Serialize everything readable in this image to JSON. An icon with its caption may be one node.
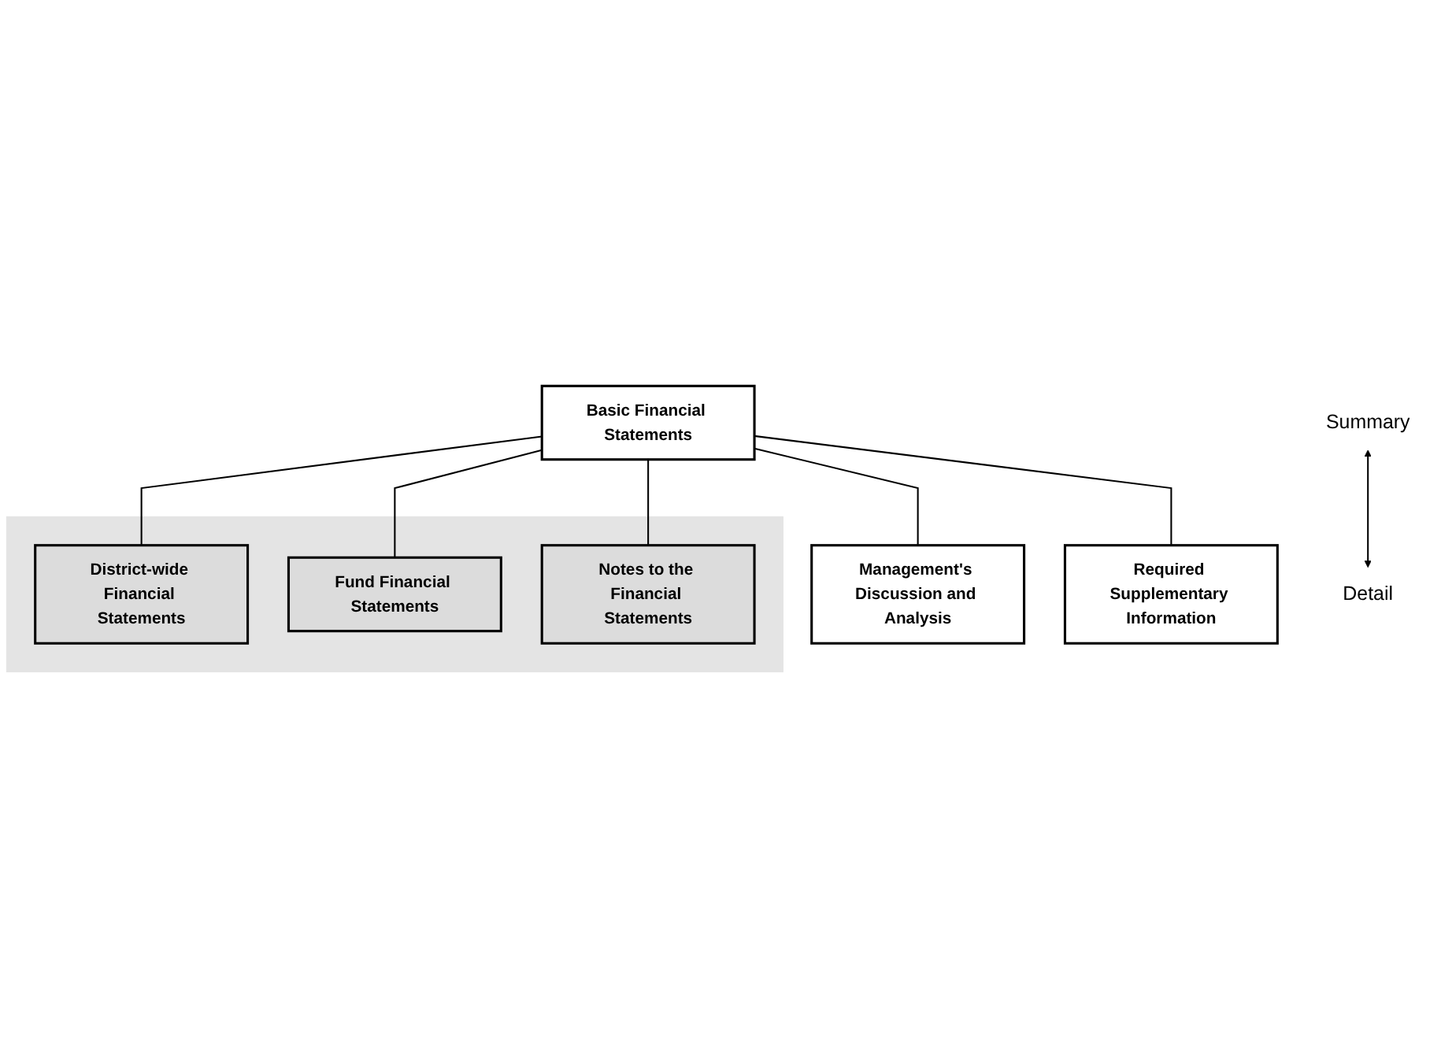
{
  "diagram": {
    "nodes": [
      {
        "text": [
          "Management's Discussion and Analysis"
        ]
      },
      {
        "text": [
          "Basic Financial Statements"
        ]
      },
      {
        "text": [
          "Required Supplementary Information"
        ]
      },
      {
        "text": [],
        "shape": "band"
      },
      {
        "text": [
          "District-wide Financial Statements"
        ],
        "in": 3
      },
      {
        "text": [
          "Fund Financial Statements"
        ],
        "in": 3
      },
      {
        "text": [
          "Notes to the Financial Statements"
        ],
        "in": 3
      },
      {
        "text": [
          "Summary"
        ]
      },
      {
        "text": [
          "Detail"
        ]
      }
    ],
    "edges": [
      {
        "from": 1,
        "to": 0,
        "arrow": "none"
      },
      {
        "from": 1,
        "to": 2,
        "arrow": "none"
      },
      {
        "from": 1,
        "to": 4,
        "arrow": "none"
      },
      {
        "from": 1,
        "to": 5,
        "arrow": "none"
      },
      {
        "from": 1,
        "to": 6,
        "arrow": "none"
      },
      {
        "from": 7,
        "to": 8,
        "arrow": "both"
      }
    ]
  }
}
